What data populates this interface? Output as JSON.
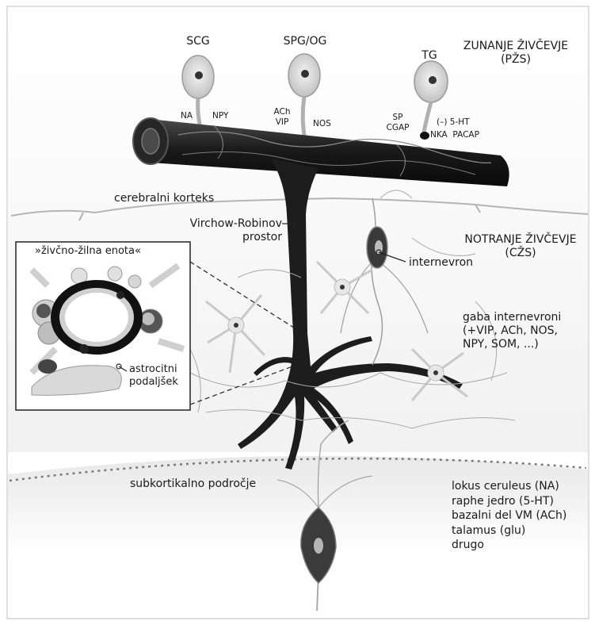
{
  "ganglia": {
    "scg": "SCG",
    "spg_og": "SPG/OG",
    "tg": "TG"
  },
  "neurotransmitters": {
    "na": "NA",
    "npy": "NPY",
    "ach_vip": "ACh\nVIP",
    "nos": "NOS",
    "sp_cgap": "SP\nCGAP",
    "ht5": "(–) 5-HT",
    "nka_pacap": "NKA  PACAP"
  },
  "regions": {
    "outer_nerves": "ZUNANJE ŽIVČEVJE\n(PŽS)",
    "inner_nerves": "NOTRANJE ŽIVČEVJE\n(CŽS)",
    "cortex": "cerebralni korteks",
    "subcortical": "subkortikalno področje"
  },
  "labels": {
    "virchow_robin": "Virchow-Robinov\nprostor",
    "interneuron": "internevron",
    "gaba_interneurons": "gaba internevroni\n(+VIP, ACh, NOS,\nNPY, SOM, ...)",
    "neurovascular_unit": "»živčno-žilna enota«",
    "astrocyte_endfoot": "astrocitni\npodaljšek",
    "subcortical_sources": "lokus ceruleus (NA)\nraphe jedro (5-HT)\nbazalni del VM (ACh)\ntalamus (glu)\ndrugo"
  }
}
